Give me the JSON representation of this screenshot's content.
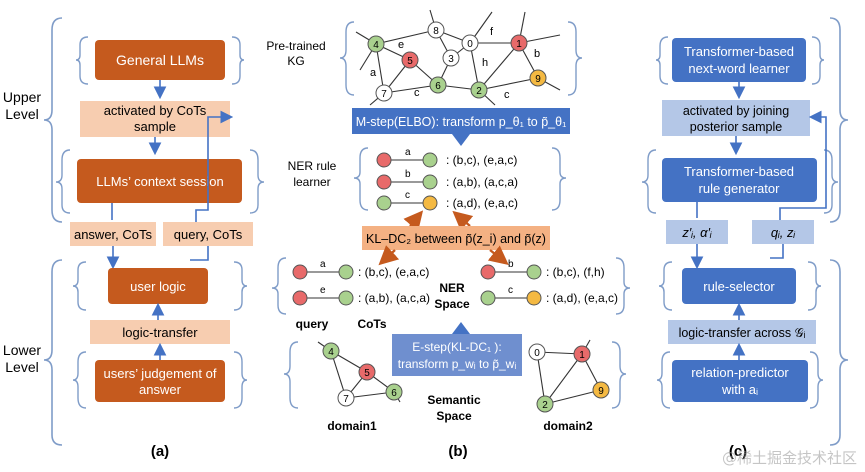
{
  "panel_a": {
    "level_upper": [
      "Upper",
      "Level"
    ],
    "level_lower": [
      "Lower",
      "Level"
    ],
    "general_llms": "General LLMs",
    "activated_cots": [
      "activated by CoTs",
      "sample"
    ],
    "context_session": "LLMs’ context session",
    "answer_cots": "answer, CoTs",
    "query_cots": "query, CoTs",
    "user_logic": "user logic",
    "logic_transfer": "logic-transfer",
    "users_judgement": [
      "users’ judgement of",
      "answer"
    ],
    "caption": "(a)"
  },
  "panel_b": {
    "pretrained_kg": [
      "Pre-trained",
      "KG"
    ],
    "mstep": "M-step(ELBO): transform p_θ₁ to p̃_θ₁",
    "ner_rule_learner": [
      "NER rule",
      "learner"
    ],
    "rules": [
      {
        "rel": "a",
        "pairs": ": (b,c), (e,a,c)"
      },
      {
        "rel": "b",
        "pairs": ": (a,b), (a,c,a)"
      },
      {
        "rel": "c",
        "pairs": ": (a,d), (e,a,c)"
      }
    ],
    "kldc2": "KL–DC₂ between p̃(z_i) and p̃(z)",
    "query_rules": [
      {
        "rel": "a",
        "pairs": ": (b,c), (e,a,c)"
      },
      {
        "rel": "e",
        "pairs": ": (a,b), (a,c,a)"
      }
    ],
    "cots_rules": [
      {
        "rel": "b",
        "pairs": ": (b,c), (f,h)"
      },
      {
        "rel": "c",
        "pairs": ": (a,d), (e,a,c)"
      }
    ],
    "query_label": "query",
    "cots_label": "CoTs",
    "ner_space": [
      "NER",
      "Space"
    ],
    "estep": [
      "E-step(KL-DC₁ ):",
      "transform p_wᵢ to p̃_wᵢ"
    ],
    "semantic_space": [
      "Semantic",
      "Space"
    ],
    "domain1": "domain1",
    "domain2": "domain2",
    "caption": "(b)"
  },
  "panel_c": {
    "transformer_learner": [
      "Transformer-based",
      "next-word learner"
    ],
    "activated_posterior": [
      "activated by joining",
      "posterior sample"
    ],
    "rule_generator": [
      "Transformer-based",
      "rule generator"
    ],
    "z_alpha": "z′ᵢ, α′ᵢ",
    "q_z": "qᵢ, zᵢ",
    "rule_selector": "rule-selector",
    "logic_transfer_across": "logic-transfer across 𝒢ᵢ",
    "relation_predictor": [
      "relation-predictor",
      "with aᵢ"
    ],
    "caption": "(c)"
  },
  "kg_nodes": {
    "top": [
      "4",
      "8",
      "0",
      "1",
      "5",
      "3",
      "6",
      "7",
      "2",
      "9"
    ],
    "edges": [
      "e",
      "f",
      "b",
      "a",
      "h",
      "c",
      "c"
    ],
    "d1": [
      "4",
      "5",
      "7",
      "6"
    ],
    "d2": [
      "0",
      "1",
      "2",
      "9"
    ]
  },
  "watermark": "@稀土掘金技术社区",
  "colors": {
    "orange_box": "#c55a1e",
    "peach_box": "#f7cdb0",
    "blue_box": "#4472c4",
    "lightblue_box": "#b4c7e7",
    "arrow_blue": "#4472c4",
    "node_red": "#e86a6a",
    "node_green": "#a9d18e",
    "node_yellow": "#f4b942",
    "node_white": "#ffffff",
    "bracket_gray": "#6b84b8"
  }
}
